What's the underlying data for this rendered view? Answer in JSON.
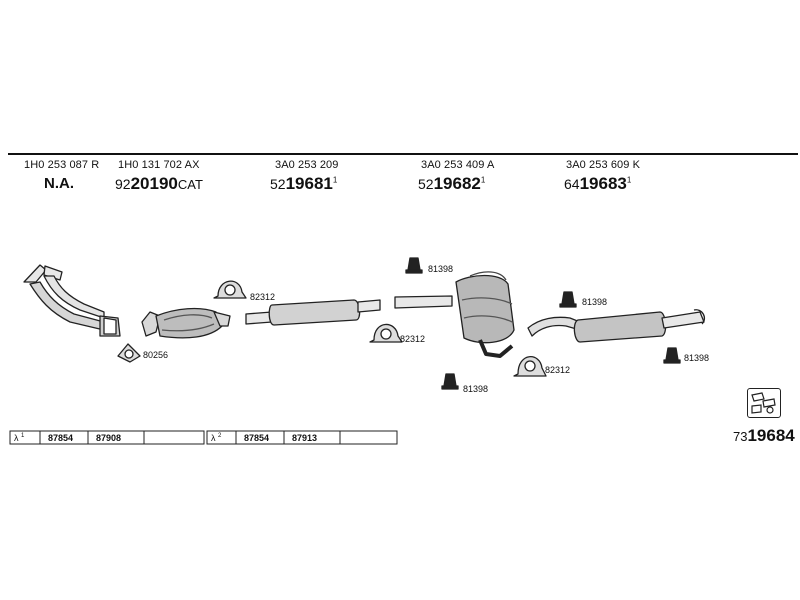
{
  "header": {
    "oe_numbers": [
      "1H0 253 087 R",
      "1H0 131 702 AX",
      "3A0 253 209",
      "3A0 253 409 A",
      "3A0 253 609 K"
    ],
    "not_available": "N.A.",
    "parts": [
      {
        "prefix": "92",
        "number": "20190",
        "suffix": "CAT",
        "sup": ""
      },
      {
        "prefix": "52",
        "number": "19681",
        "suffix": "",
        "sup": "1"
      },
      {
        "prefix": "52",
        "number": "19682",
        "suffix": "",
        "sup": "1"
      },
      {
        "prefix": "64",
        "number": "19683",
        "suffix": "",
        "sup": "1"
      }
    ]
  },
  "labels": {
    "clamp_a": "82312",
    "clamp_b": "82312",
    "clamp_c": "82312",
    "gasket": "80256",
    "hanger_1": "81398",
    "hanger_2": "81398",
    "hanger_3": "81398",
    "hanger_4": "81398"
  },
  "sensor_table": {
    "group1": {
      "symbol": "λ",
      "index": "1",
      "parts": [
        "87854",
        "87908"
      ]
    },
    "group2": {
      "symbol": "λ",
      "index": "2",
      "parts": [
        "87854",
        "87913"
      ]
    }
  },
  "kit": {
    "prefix": "73",
    "number": "19684"
  },
  "icons": [
    "clamp-icon",
    "gasket-icon",
    "rubber-hanger-icon",
    "lambda-sensor-icon",
    "kit-box-icon"
  ]
}
